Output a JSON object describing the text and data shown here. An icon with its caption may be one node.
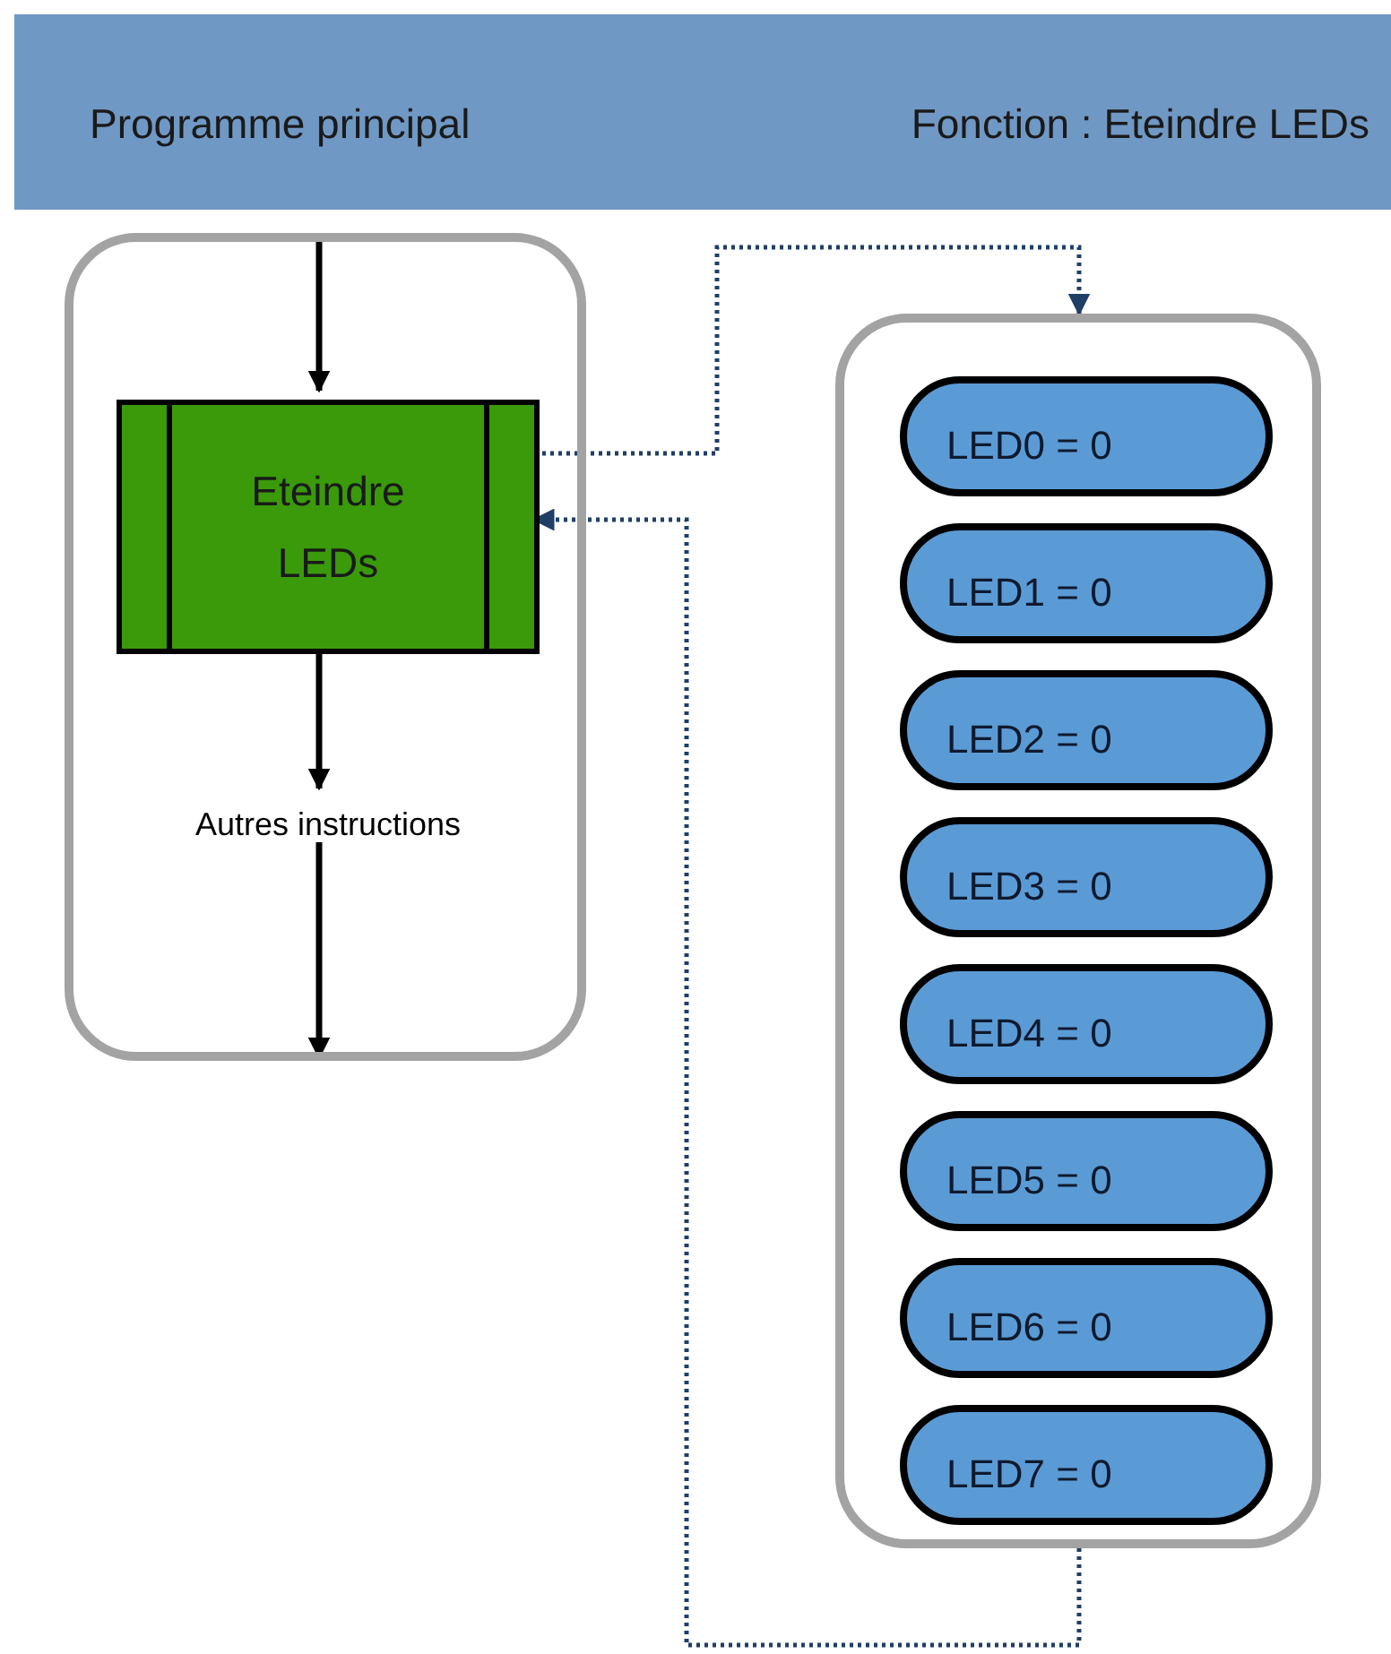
{
  "diagram": {
    "nodes": [
      {
        "text": [
          "Programme principal",
          "Fonction : Eteindre LEDs"
        ]
      },
      {
        "text": [],
        "shape": "box"
      },
      {
        "text": [
          "Eteindre LEDs"
        ],
        "in": 1
      },
      {
        "text": [
          "Autres instructions"
        ],
        "in": 1
      },
      {
        "text": [],
        "shape": "box"
      },
      {
        "text": [
          "LED0 = 0"
        ],
        "in": 4
      },
      {
        "text": [
          "LED1 = 0"
        ],
        "in": 4
      },
      {
        "text": [
          "LED2 = 0"
        ],
        "in": 4
      },
      {
        "text": [
          "LED3 = 0"
        ],
        "in": 4
      },
      {
        "text": [
          "LED4 = 0"
        ],
        "in": 4
      },
      {
        "text": [
          "LED5 = 0"
        ],
        "in": 4
      },
      {
        "text": [
          "LED6 = 0"
        ],
        "in": 4
      },
      {
        "text": [
          "LED7 = 0"
        ],
        "in": 4
      }
    ],
    "edges": [
      {
        "from": null,
        "to": 2,
        "arrow": "to"
      },
      {
        "from": 2,
        "to": 3,
        "arrow": "to"
      },
      {
        "from": 3,
        "to": null,
        "arrow": "to"
      },
      {
        "from": 2,
        "to": 4,
        "arrow": "to",
        "style": "dashed",
        "color": "#1f3f66"
      },
      {
        "from": 4,
        "to": 2,
        "arrow": "to",
        "style": "dashed",
        "color": "#1f3f66"
      }
    ]
  }
}
